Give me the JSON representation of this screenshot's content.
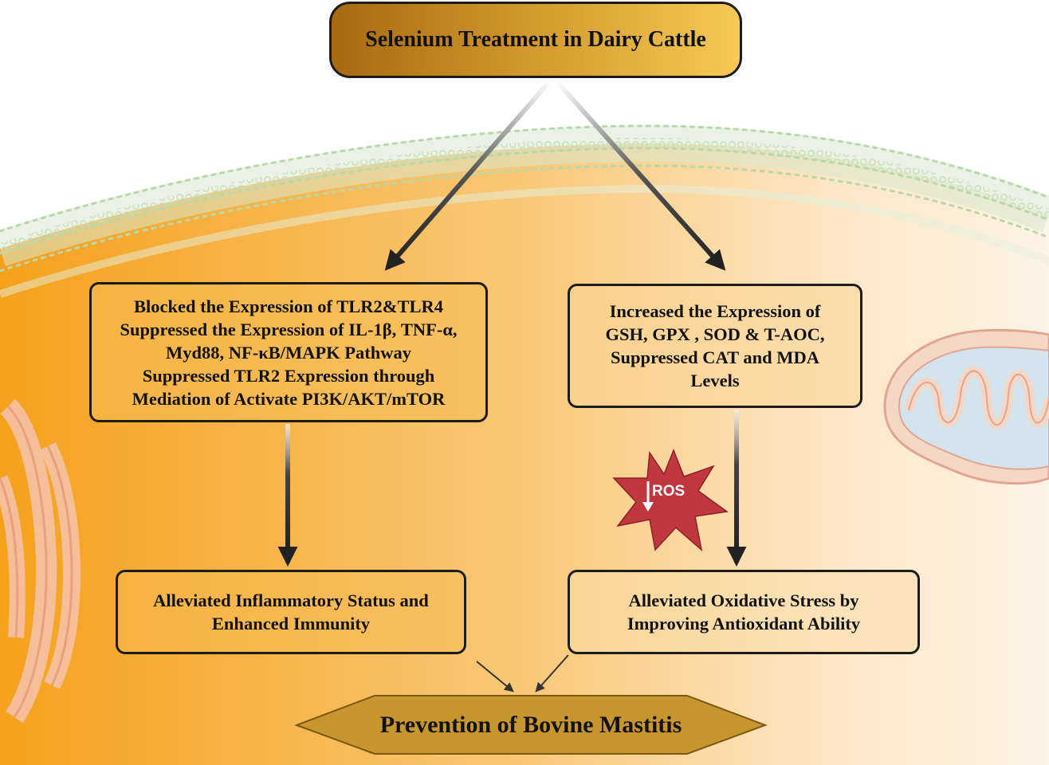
{
  "diagram": {
    "title": "Selenium Treatment in Dairy Cattle",
    "left_top_lines": [
      "Blocked the Expression of TLR2&TLR4",
      "Suppressed the Expression of IL-1β, TNF-α,",
      "Myd88, NF-κB/MAPK Pathway",
      "Suppressed TLR2 Expression through",
      "Mediation of Activate PI3K/AKT/mTOR"
    ],
    "right_top_lines": [
      "Increased the Expression of",
      "GSH, GPX , SOD & T-AOC,",
      "Suppressed CAT and MDA",
      "Levels"
    ],
    "left_bottom_lines": [
      "Alleviated Inflammatory Status and",
      "Enhanced Immunity"
    ],
    "right_bottom_lines": [
      "Alleviated Oxidative Stress by",
      "Improving Antioxidant Ability"
    ],
    "ros_label": "ROS",
    "final_outcome": "Prevention of Bovine Mastitis"
  },
  "colors": {
    "cell_orange": "#f5a11c",
    "cell_light": "#fdf1e2",
    "membrane_green": "#cfe3c4",
    "title_gold_dark": "#a8690f",
    "title_gold_light": "#f6c955",
    "ros_red": "#c1373f",
    "hexagon_gold": "#c8962e",
    "organelle_pink": "#f2b7a4",
    "mito_blue": "#d3e4ee"
  }
}
